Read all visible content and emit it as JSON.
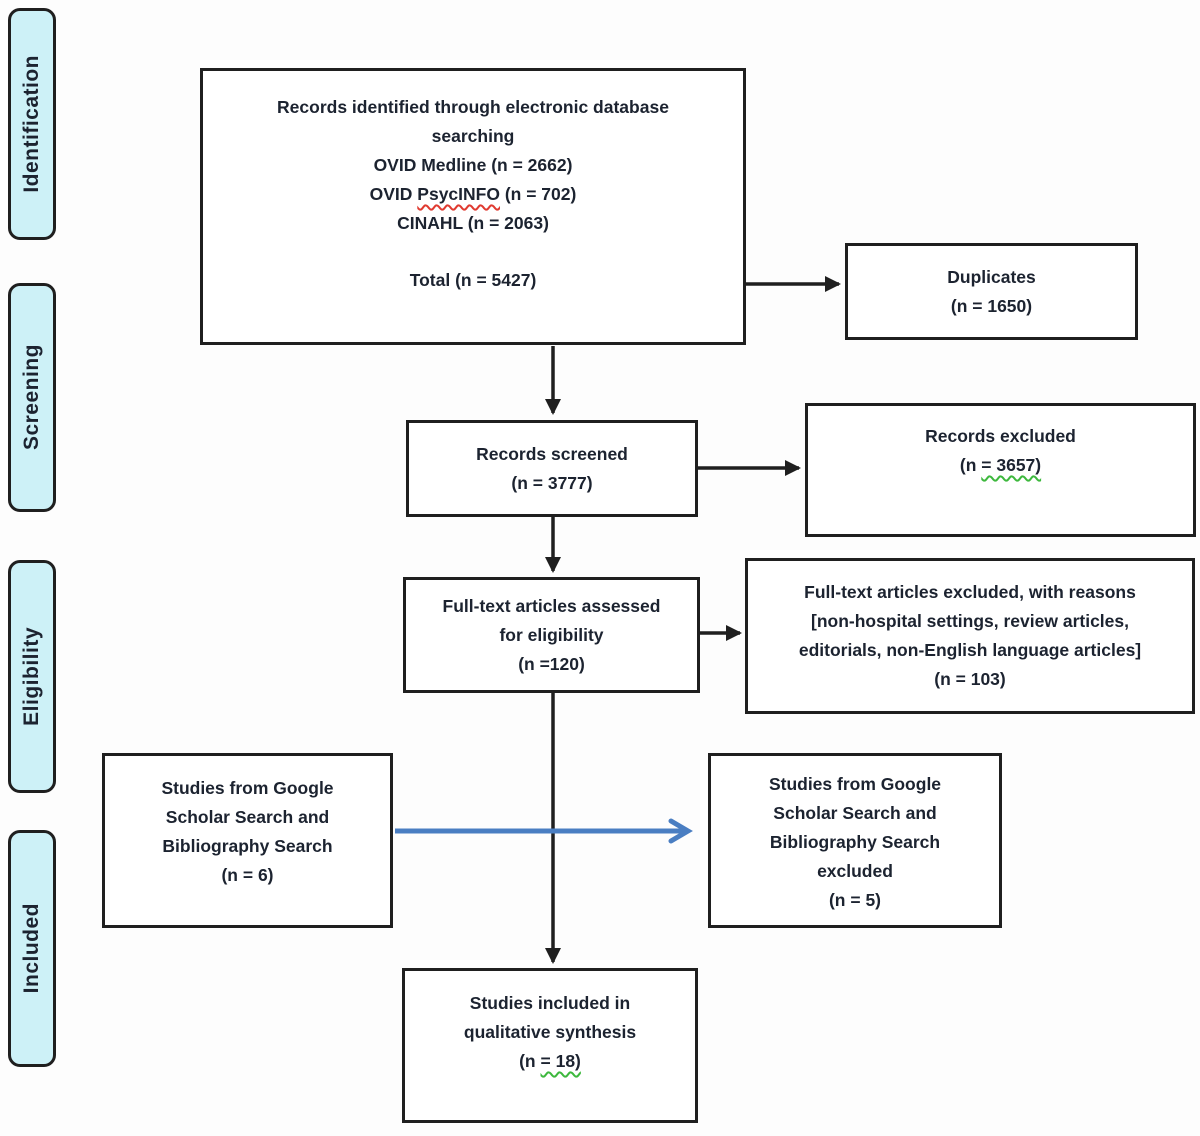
{
  "colors": {
    "stage_fill": "#cdf1f7",
    "box_border": "#1f1f1f",
    "text": "#1c2330",
    "arrow": "#1f1f1f",
    "blue_arrow": "#4a7ec2",
    "wavy_red": "#e03a30",
    "wavy_green": "#3db83d"
  },
  "stages": [
    {
      "label": "Identification"
    },
    {
      "label": "Screening"
    },
    {
      "label": "Eligibility"
    },
    {
      "label": "Included"
    }
  ],
  "boxes": {
    "records_identified": {
      "heading": "Records identified through electronic database searching",
      "source1": "OVID Medline (n = 2662)",
      "source2_prefix": "OVID ",
      "source2_word": "PsycINFO",
      "source2_suffix": " (n = 702)",
      "source3": "CINAHL (n = 2063)",
      "total": "Total (n = 5427)"
    },
    "duplicates": {
      "title": "Duplicates",
      "count": "(n = 1650)"
    },
    "records_screened": {
      "title": "Records screened",
      "count": "(n = 3777)"
    },
    "records_excluded": {
      "title": "Records excluded",
      "count_prefix": "(n ",
      "count_wavy": "= 3657)"
    },
    "fulltext_assessed": {
      "line1": "Full-text articles assessed",
      "line2": "for eligibility",
      "count": "(n =120)"
    },
    "fulltext_excluded": {
      "line1": "Full-text articles excluded, with reasons",
      "line2": "[non-hospital settings, review articles,",
      "line3": "editorials, non-English language articles]",
      "count": "(n = 103)"
    },
    "google_scholar": {
      "line1": "Studies from Google",
      "line2": "Scholar Search and",
      "line3": "Bibliography Search",
      "count": "(n = 6)"
    },
    "google_scholar_excluded": {
      "line1": "Studies from Google",
      "line2": "Scholar Search and",
      "line3": "Bibliography Search",
      "line4": "excluded",
      "count": "(n = 5)"
    },
    "studies_included": {
      "line1": "Studies included in",
      "line2": "qualitative synthesis",
      "count_prefix": "(n ",
      "count_wavy": "= 18)"
    }
  }
}
